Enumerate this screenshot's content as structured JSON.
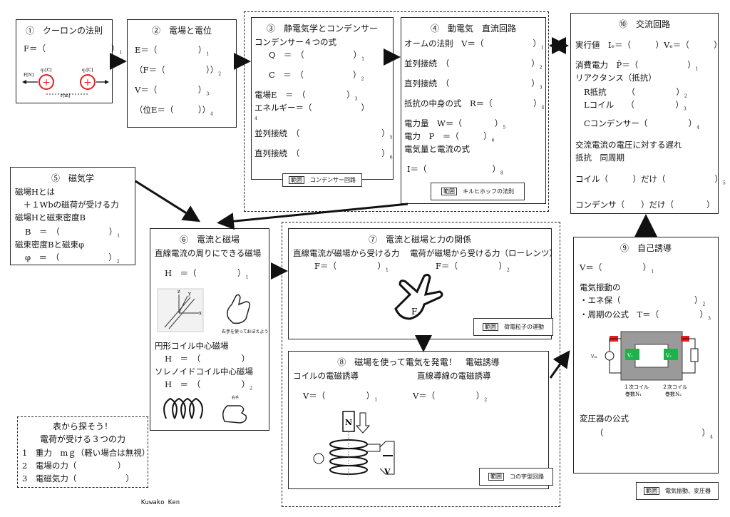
{
  "b1": {
    "title": "①　クーロンの法則",
    "f": "F＝（　　　　　　　　）",
    "s": "1",
    "q1": "q₁[C]",
    "q2": "q₂[C]",
    "fn": "F[N]",
    "rm": "r[m]",
    "plus": "+"
  },
  "b2": {
    "title": "②　電場と電位",
    "l1": "E＝（　　　　　）",
    "s1": "1",
    "l2": "（F＝（　　　　　））",
    "s2": "2",
    "l3": "V＝（　　　　　）",
    "s3": "3",
    "l4": "（位E＝（　　　））",
    "s4": "4"
  },
  "b3": {
    "title": "③　静電気学とコンデンサー",
    "l0": "コンデンサー４つの式",
    "l1": "Q　＝　（　　　　　　）",
    "s1": "1",
    "l2": "C　＝　（　　　　　　）",
    "s2": "2",
    "l3": "電場E　＝　（　　　　　）",
    "s3": "3",
    "l4": "エネルギー＝（　　　　　　）",
    "s4": "4",
    "l5": "並列接続　（　　　　　　　　　　）",
    "s5": "5",
    "l6": "直列接続　（　　　　　　　　　　）",
    "s6": "6",
    "tagk": "範囲",
    "tag": "コンデンサー回路"
  },
  "b4": {
    "title": "④　動電気　直流回路",
    "l1": "オームの法則　V＝（　　　　　　）",
    "s1": "1",
    "l2": "並列接続　（　　　　　　　　　　）",
    "s2": "2",
    "l3": "直列接続　（　　　　　　　　　　）",
    "s3": "3",
    "l4": "抵抗の中身の式　R＝（　　　　　）",
    "s4": "4",
    "l5": "電力量　W＝（　　　　）",
    "s5": "5",
    "l6": "電力　P　＝（　　　）",
    "s6": "6",
    "l7": "電気量と電流の式",
    "l8": "I＝（　　　　　　　　）",
    "s8": "8",
    "tagk": "範囲",
    "tag": "キルヒホッフの法則"
  },
  "b10": {
    "title": "⑩　交流回路",
    "l1": "実行値　Iₑ＝（　　　）Vₑ＝（　　　）",
    "l2": "消費電力　P̄＝（　　　　　　）",
    "s2": "1",
    "l3": "リアクタンス（抵抗）",
    "l4": "R抵抗　　　（　　　　　）",
    "s4": "2",
    "l5": "Lコイル　　（　　　　　）",
    "s5": "3",
    "l6": "Cコンデンサー（　　　　　）",
    "s6": "4",
    "l7": "交流電流の電圧に対する遅れ",
    "l8": "抵抗　同周期",
    "l9": "コイル（　　　）だけ（　　　　　　）",
    "s9": "5",
    "l10": "コンデンサ（　　）だけ（　　　　）"
  },
  "b5": {
    "title": "⑤　磁気学",
    "l1": "磁場Hとは",
    "l2": "　＋１Wbの磁荷が受ける力",
    "l3": "磁場Hと磁束密度B",
    "l4": "B　＝　（　　　　　　）",
    "s4": "1",
    "l5": "磁束密度Bと磁束φ",
    "l6": "φ　＝　（　　　　　　）",
    "s6": "2"
  },
  "b6": {
    "title": "⑥　電流と磁場",
    "l1": "直線電流の周りにできる磁場",
    "l2": "H　＝（　　　　　）",
    "s2": "1",
    "hand1": "右手を使っておぼえよう",
    "l3": "円形コイル中心磁場",
    "l4": "H　＝　（　　　　　）",
    "l5": "ソレノイドコイル中心磁場",
    "l6": "H　＝　（　　　　　）",
    "s6": "2",
    "hand2": "右手",
    "ax": [
      "x",
      "y",
      "z"
    ]
  },
  "b7": {
    "title": "⑦　電流と磁場と力の関係",
    "l1": "直線電流が磁場から受ける力",
    "l2": "電荷が磁場から受ける力（ローレンツ）",
    "f1": "F＝（　　　　　）",
    "s1": "1",
    "f2": "F＝（　　　　　）",
    "s2": "2",
    "tagk": "範囲",
    "tag": "荷電粒子の運動"
  },
  "b8": {
    "title": "⑧　磁場を使って電気を発電！　電磁誘導",
    "l1": "コイルの電磁誘導",
    "l2": "直線導線の電磁誘導",
    "f1": "V＝（　　　　　）",
    "s1": "1",
    "f2": "V＝（　　　　　）",
    "s2": "2",
    "n": "N",
    "v": "V",
    "tagk": "範囲",
    "tag": "コの字型回路"
  },
  "b9": {
    "title": "⑨　自己誘導",
    "l1": "V＝（　　　　　）",
    "s1": "1",
    "l2": "電気振動の",
    "l3": "・エネ保（　　　　　　　　　）",
    "s3": "2",
    "l4": "・周期の公式　T＝（　　　　　）",
    "s4": "3",
    "c1": "１次コイル",
    "c1b": "巻数N₁",
    "c2": "２次コイル",
    "c2b": "巻数N₂",
    "v1": "V₁",
    "v2": "V₂",
    "vin": "V₀ₑ",
    "l5": "変圧器の公式",
    "l6": "（　　　　　　　　　　　　）",
    "s6": "4",
    "tagk": "範囲",
    "tag": "電気振動、変圧器"
  },
  "note": {
    "l1": "表から探そう！",
    "l2": "電荷が受ける３つの力",
    "l3": "1　重力　mｇ（軽い場合は無視）",
    "l4": "2　電場の力（　　　　　）",
    "l5": "3　電磁気力（　　　　　　）"
  },
  "author": "Kuwako Ken",
  "colors": {
    "accent_red": "#e02020",
    "green": "#1db34a",
    "ink": "#111111"
  }
}
